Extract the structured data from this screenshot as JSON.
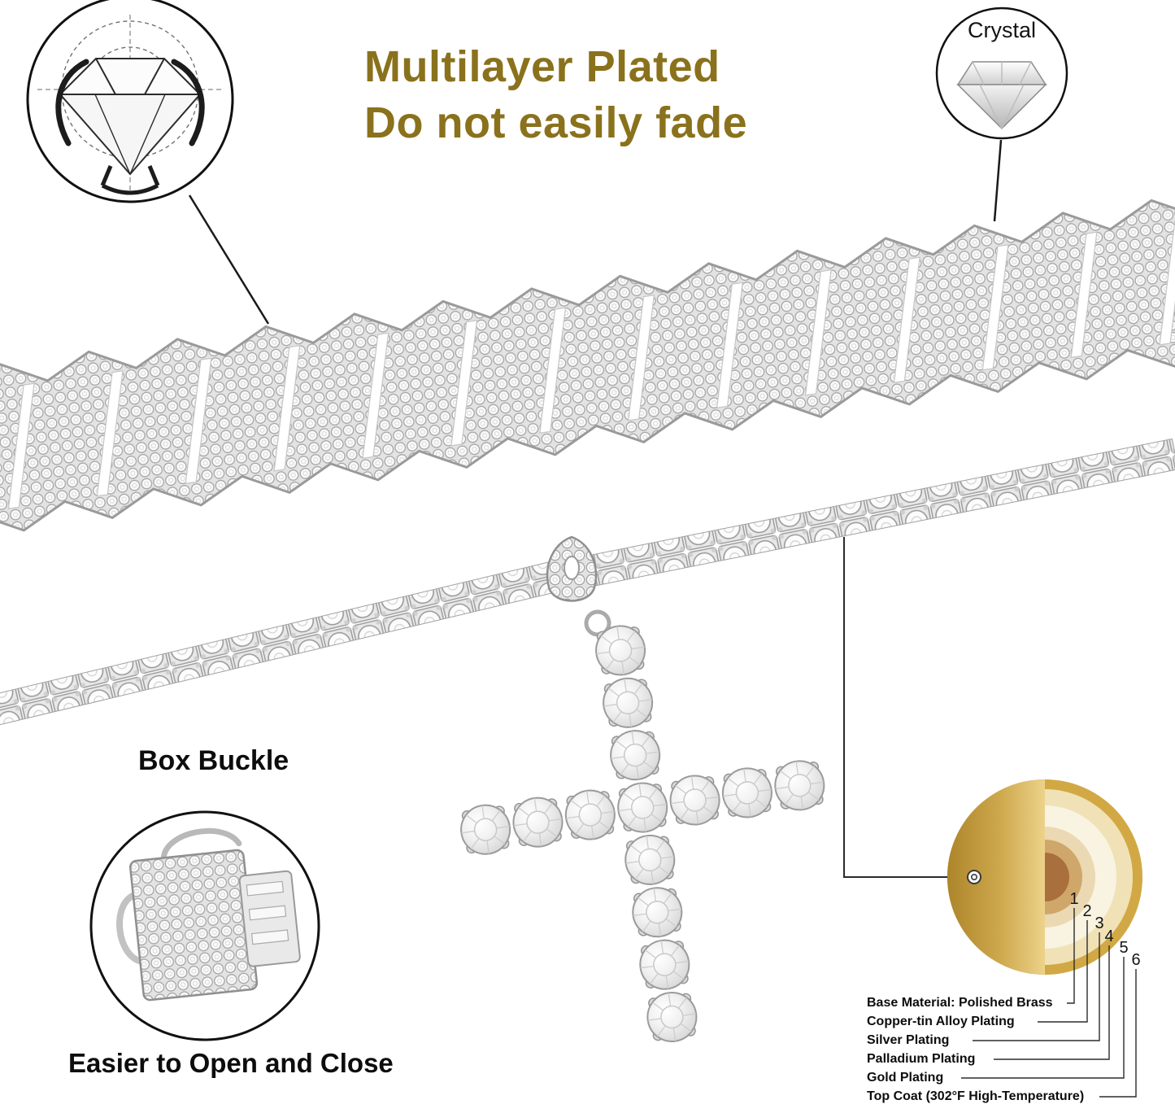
{
  "meta": {
    "background": "#ffffff",
    "accent_gold": "#8a711c"
  },
  "title": {
    "line1": "Multilayer Plated",
    "line2": "Do not easily fade"
  },
  "callouts": {
    "crystal": "Crystal",
    "box_buckle": "Box Buckle",
    "box_buckle_caption": "Easier to Open and Close"
  },
  "plating": {
    "numbers": [
      "1",
      "2",
      "3",
      "4",
      "5",
      "6"
    ],
    "layers": [
      "Base Material: Polished Brass",
      "Copper-tin Alloy Plating",
      "Silver Plating",
      "Palladium Plating",
      "Gold Plating",
      "Top Coat (302°F High-Temperature)"
    ],
    "ring_colors": [
      "#a96f3c",
      "#cfa76b",
      "#ead9b2",
      "#f9f3e2",
      "#f0e2b6",
      "#d2a845"
    ],
    "semicircle": [
      "#ad852a",
      "#cfa94e",
      "#ecd28a"
    ]
  },
  "icons": {
    "top_left": "prong-setting-technical-drawing",
    "top_right": "crystal-diamond",
    "chain1": "iced-cuban-link-chain",
    "chain2": "tennis-chain-with-cross-pendant",
    "bottom_left": "box-buckle-clasp",
    "bottom_right": "plating-layers-cutaway"
  }
}
